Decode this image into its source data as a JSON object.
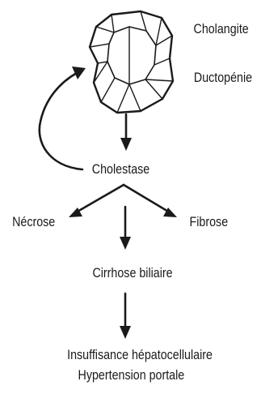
{
  "diagram": {
    "labels": {
      "cholangite": "Cholangite",
      "ductopenie": "Ductopénie",
      "cholestase": "Cholestase",
      "necrose": "Nécrose",
      "fibrose": "Fibrose",
      "cirrhose": "Cirrhose biliaire",
      "insuffisance": "Insuffisance hépatocellulaire",
      "hypertension": "Hypertension portale"
    },
    "icons": {
      "liver_lobule": "liver-lobule-outline"
    },
    "colors": {
      "ink": "#1a1a1a",
      "background": "#ffffff"
    }
  }
}
